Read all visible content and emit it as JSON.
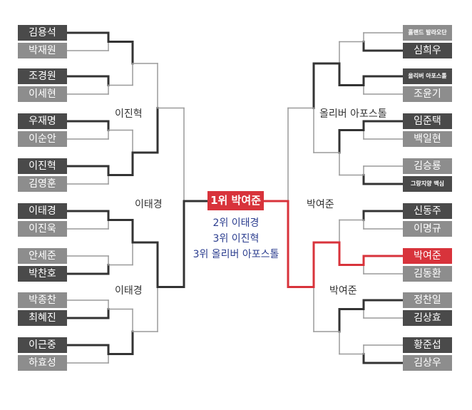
{
  "left_players": [
    {
      "name": "김용석",
      "style": "dark"
    },
    {
      "name": "박재원",
      "style": "grey"
    },
    {
      "name": "조경원",
      "style": "dark"
    },
    {
      "name": "이세현",
      "style": "grey"
    },
    {
      "name": "우재명",
      "style": "dark"
    },
    {
      "name": "이순안",
      "style": "grey"
    },
    {
      "name": "이진혁",
      "style": "dark"
    },
    {
      "name": "김영훈",
      "style": "grey"
    },
    {
      "name": "이태경",
      "style": "dark"
    },
    {
      "name": "이진욱",
      "style": "grey"
    },
    {
      "name": "안세준",
      "style": "grey"
    },
    {
      "name": "박찬호",
      "style": "dark"
    },
    {
      "name": "박종찬",
      "style": "grey"
    },
    {
      "name": "최혜진",
      "style": "dark"
    },
    {
      "name": "이근중",
      "style": "dark"
    },
    {
      "name": "하효성",
      "style": "grey"
    }
  ],
  "right_players": [
    {
      "name": "홀랜드 발라오단",
      "style": "grey",
      "small": true
    },
    {
      "name": "심희우",
      "style": "dark"
    },
    {
      "name": "올리버 아포스톨",
      "style": "dark",
      "small": true
    },
    {
      "name": "조윤기",
      "style": "grey"
    },
    {
      "name": "임준택",
      "style": "dark"
    },
    {
      "name": "백일현",
      "style": "grey"
    },
    {
      "name": "김승룡",
      "style": "grey"
    },
    {
      "name": "그랑지양 맥심",
      "style": "dark",
      "small": true
    },
    {
      "name": "신동주",
      "style": "dark"
    },
    {
      "name": "이명규",
      "style": "grey"
    },
    {
      "name": "박여준",
      "style": "red"
    },
    {
      "name": "김동환",
      "style": "grey"
    },
    {
      "name": "정찬일",
      "style": "grey"
    },
    {
      "name": "김상효",
      "style": "dark"
    },
    {
      "name": "황준섭",
      "style": "dark"
    },
    {
      "name": "김상우",
      "style": "grey"
    }
  ],
  "round_labels": {
    "left_q1": "이진혁",
    "left_semi": "이태경",
    "left_q2": "이태경",
    "right_q1": "올리버 아포스톨",
    "right_semi": "박여준",
    "right_q2": "박여준"
  },
  "result": {
    "first": "1위 박여준",
    "second": "2위 이태경",
    "third_a": "3위 이진혁",
    "third_b": "3위 올리버 아포스톨"
  },
  "colors": {
    "dark_box": "#4a4a4a",
    "grey_box": "#8d8d8d",
    "winner_red": "#d8333b",
    "line_dark": "#333333",
    "line_light": "#9a9a9a",
    "rank_text": "#2b3d8f"
  }
}
